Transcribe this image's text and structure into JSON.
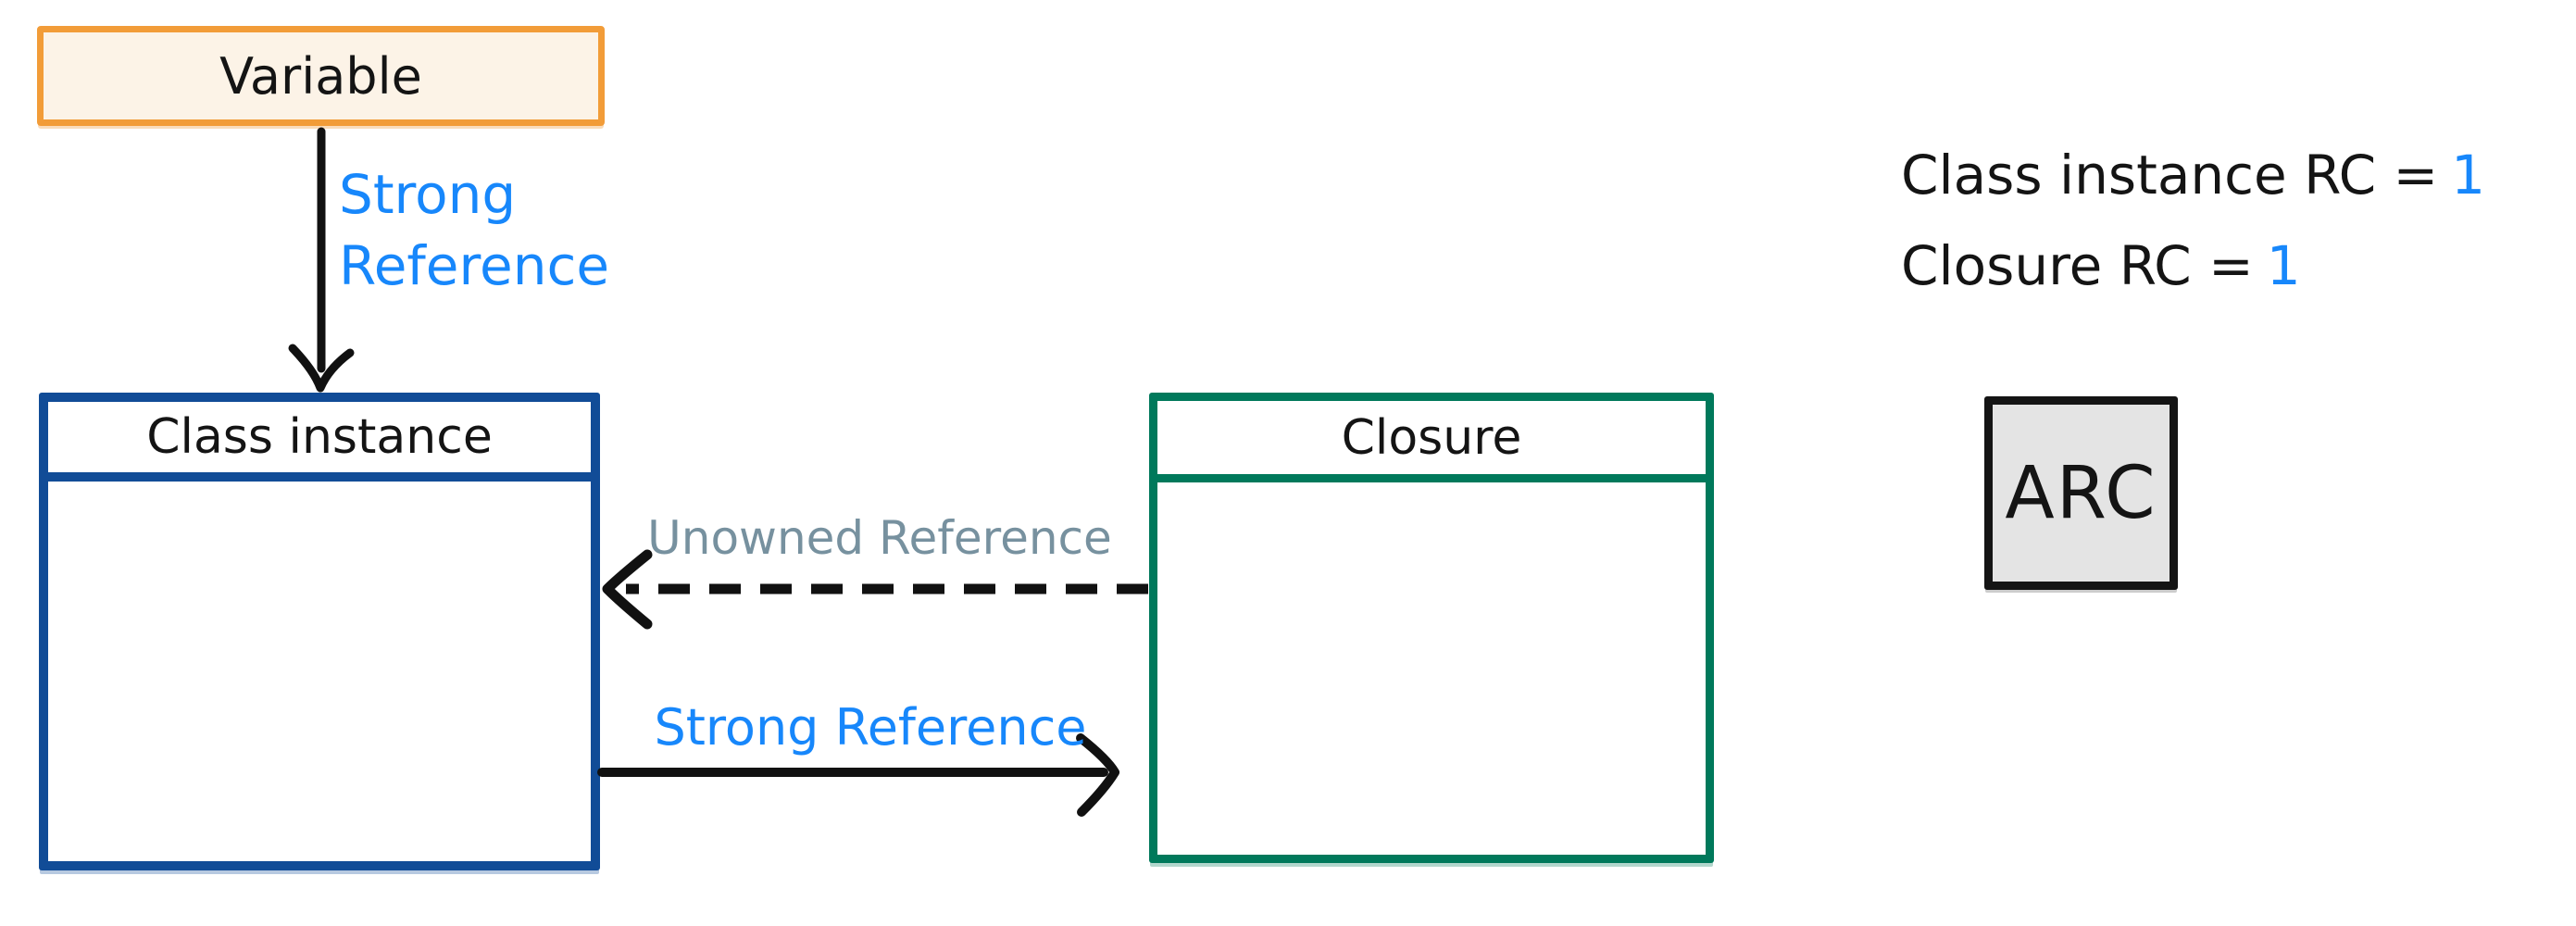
{
  "diagram": {
    "title": "ARC strong and unowned reference cycle diagram",
    "background_color": "#FFFFFF",
    "boxes": {
      "variable": {
        "label": "Variable",
        "border_color": "#F29C38",
        "fill_color": "#FCF3E7"
      },
      "class_instance": {
        "label": "Class instance",
        "border_color": "#114C97",
        "fill_color": "#FFFFFF"
      },
      "closure": {
        "label": "Closure",
        "border_color": "#00795B",
        "fill_color": "#FFFFFF"
      },
      "arc": {
        "label": "ARC",
        "border_color": "#141414",
        "fill_color": "#E4E4E4"
      }
    },
    "arrows": {
      "variable_to_class_instance": {
        "style": "solid",
        "direction": "down",
        "color": "#111111",
        "label_line1": "Strong",
        "label_line2": "Reference",
        "label_color": "#1787FB"
      },
      "closure_to_class_instance": {
        "style": "dashed",
        "direction": "left",
        "color": "#111111",
        "label": "Unowned Reference",
        "label_color": "#77919F"
      },
      "class_instance_to_closure": {
        "style": "solid",
        "direction": "right",
        "color": "#111111",
        "label": "Strong Reference",
        "label_color": "#1787FB"
      }
    },
    "annotations": {
      "class_instance_rc": {
        "text": "Class instance RC =",
        "value": "1",
        "value_color": "#1787FB"
      },
      "closure_rc": {
        "text": "Closure RC =",
        "value": "1",
        "value_color": "#1787FB"
      }
    }
  }
}
